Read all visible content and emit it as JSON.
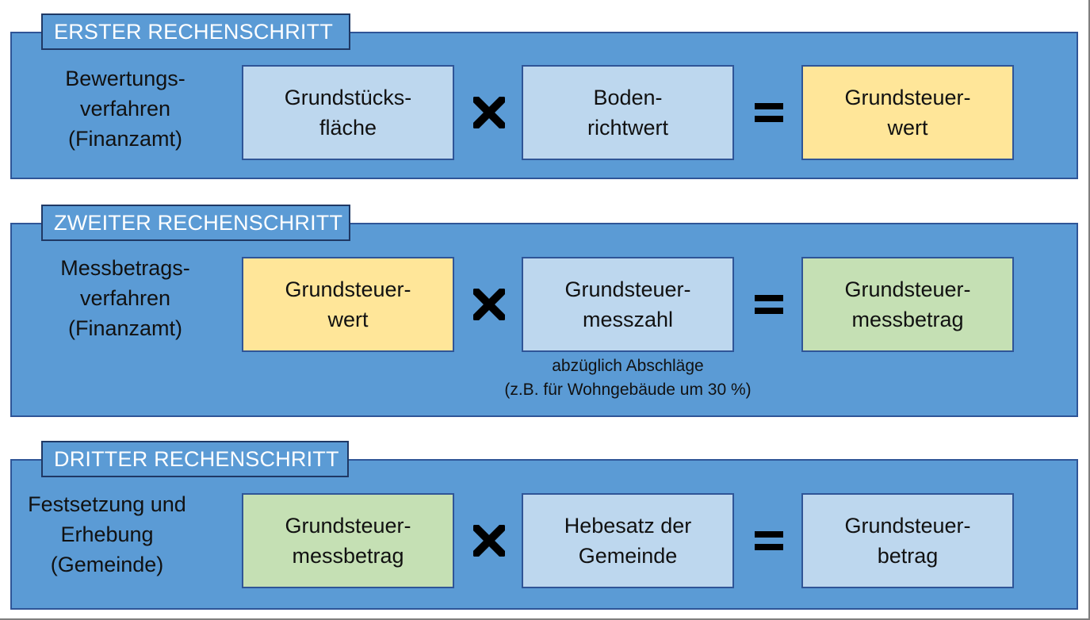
{
  "steps": [
    {
      "title": "ERSTER RECHENSCHRITT",
      "label": [
        "Bewertungs-",
        "verfahren",
        "(Finanzamt)"
      ],
      "operand1": [
        "Grundstücks-",
        "fläche"
      ],
      "operator": "X",
      "operand2": [
        "Boden-",
        "richtwert"
      ],
      "equals": "=",
      "result": [
        "Grundsteuer-",
        "wert"
      ],
      "colors": {
        "operand1": "#bdd7ee",
        "operand2": "#bdd7ee",
        "result": "#ffe699"
      }
    },
    {
      "title": "ZWEITER RECHENSCHRITT",
      "label": [
        "Messbetrags-",
        "verfahren",
        "(Finanzamt)"
      ],
      "operand1": [
        "Grundsteuer-",
        "wert"
      ],
      "operator": "X",
      "operand2": [
        "Grundsteuer-",
        "messzahl"
      ],
      "note": [
        "abzüglich Abschläge",
        "(z.B. für Wohngebäude um 30 %)"
      ],
      "equals": "=",
      "result": [
        "Grundsteuer-",
        "messbetrag"
      ],
      "colors": {
        "operand1": "#ffe699",
        "operand2": "#bdd7ee",
        "result": "#c5e0b4"
      }
    },
    {
      "title": "DRITTER RECHENSCHRITT",
      "label": [
        "Festsetzung und",
        "Erhebung",
        "(Gemeinde)"
      ],
      "operand1": [
        "Grundsteuer-",
        "messbetrag"
      ],
      "operator": "X",
      "operand2": [
        "Hebesatz der",
        "Gemeinde"
      ],
      "equals": "=",
      "result": [
        "Grundsteuer-",
        "betrag"
      ],
      "colors": {
        "operand1": "#c5e0b4",
        "operand2": "#bdd7ee",
        "result": "#bdd7ee"
      }
    }
  ],
  "palette": {
    "panel": "#5b9bd5",
    "panel_border": "#2f5597",
    "title_border": "#1f3864",
    "operator": "#000000"
  }
}
